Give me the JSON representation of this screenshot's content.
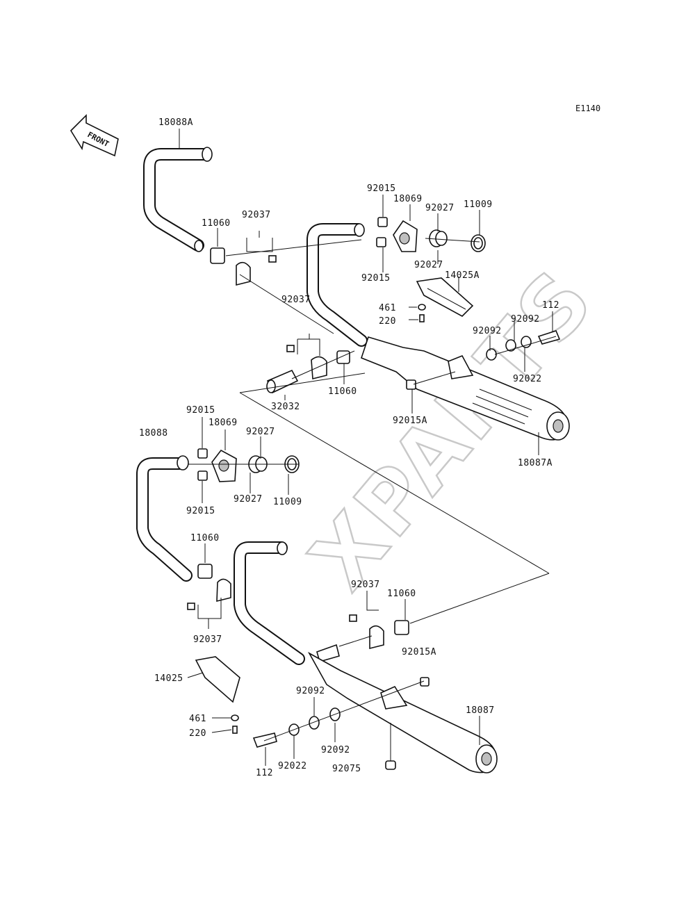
{
  "diagram_code": "E1140",
  "front_label": "FRONT",
  "watermark": "XPARTS",
  "labels": {
    "l_18088A": "18088A",
    "l_11060_a": "11060",
    "l_92037_a": "92037",
    "l_92015_a": "92015",
    "l_18069_a": "18069",
    "l_92027_a": "92027",
    "l_11009_a": "11009",
    "l_92027_b": "92027",
    "l_92015_b": "92015",
    "l_14025A": "14025A",
    "l_461_a": "461",
    "l_220_a": "220",
    "l_112_a": "112",
    "l_92092_a": "92092",
    "l_92092_b": "92092",
    "l_92022_a": "92022",
    "l_92037_b": "92037",
    "l_11060_b": "11060",
    "l_32032": "32032",
    "l_92015A_a": "92015A",
    "l_18087A": "18087A",
    "l_92015_c": "92015",
    "l_18069_b": "18069",
    "l_92027_c": "92027",
    "l_18088": "18088",
    "l_92027_d": "92027",
    "l_11009_b": "11009",
    "l_92015_d": "92015",
    "l_11060_c": "11060",
    "l_92037_c": "92037",
    "l_92037_d": "92037",
    "l_11060_d": "11060",
    "l_92015A_b": "92015A",
    "l_14025": "14025",
    "l_92092_c": "92092",
    "l_18087": "18087",
    "l_461_b": "461",
    "l_220_b": "220",
    "l_92092_d": "92092",
    "l_112_b": "112",
    "l_92022_b": "92022",
    "l_92075": "92075"
  }
}
